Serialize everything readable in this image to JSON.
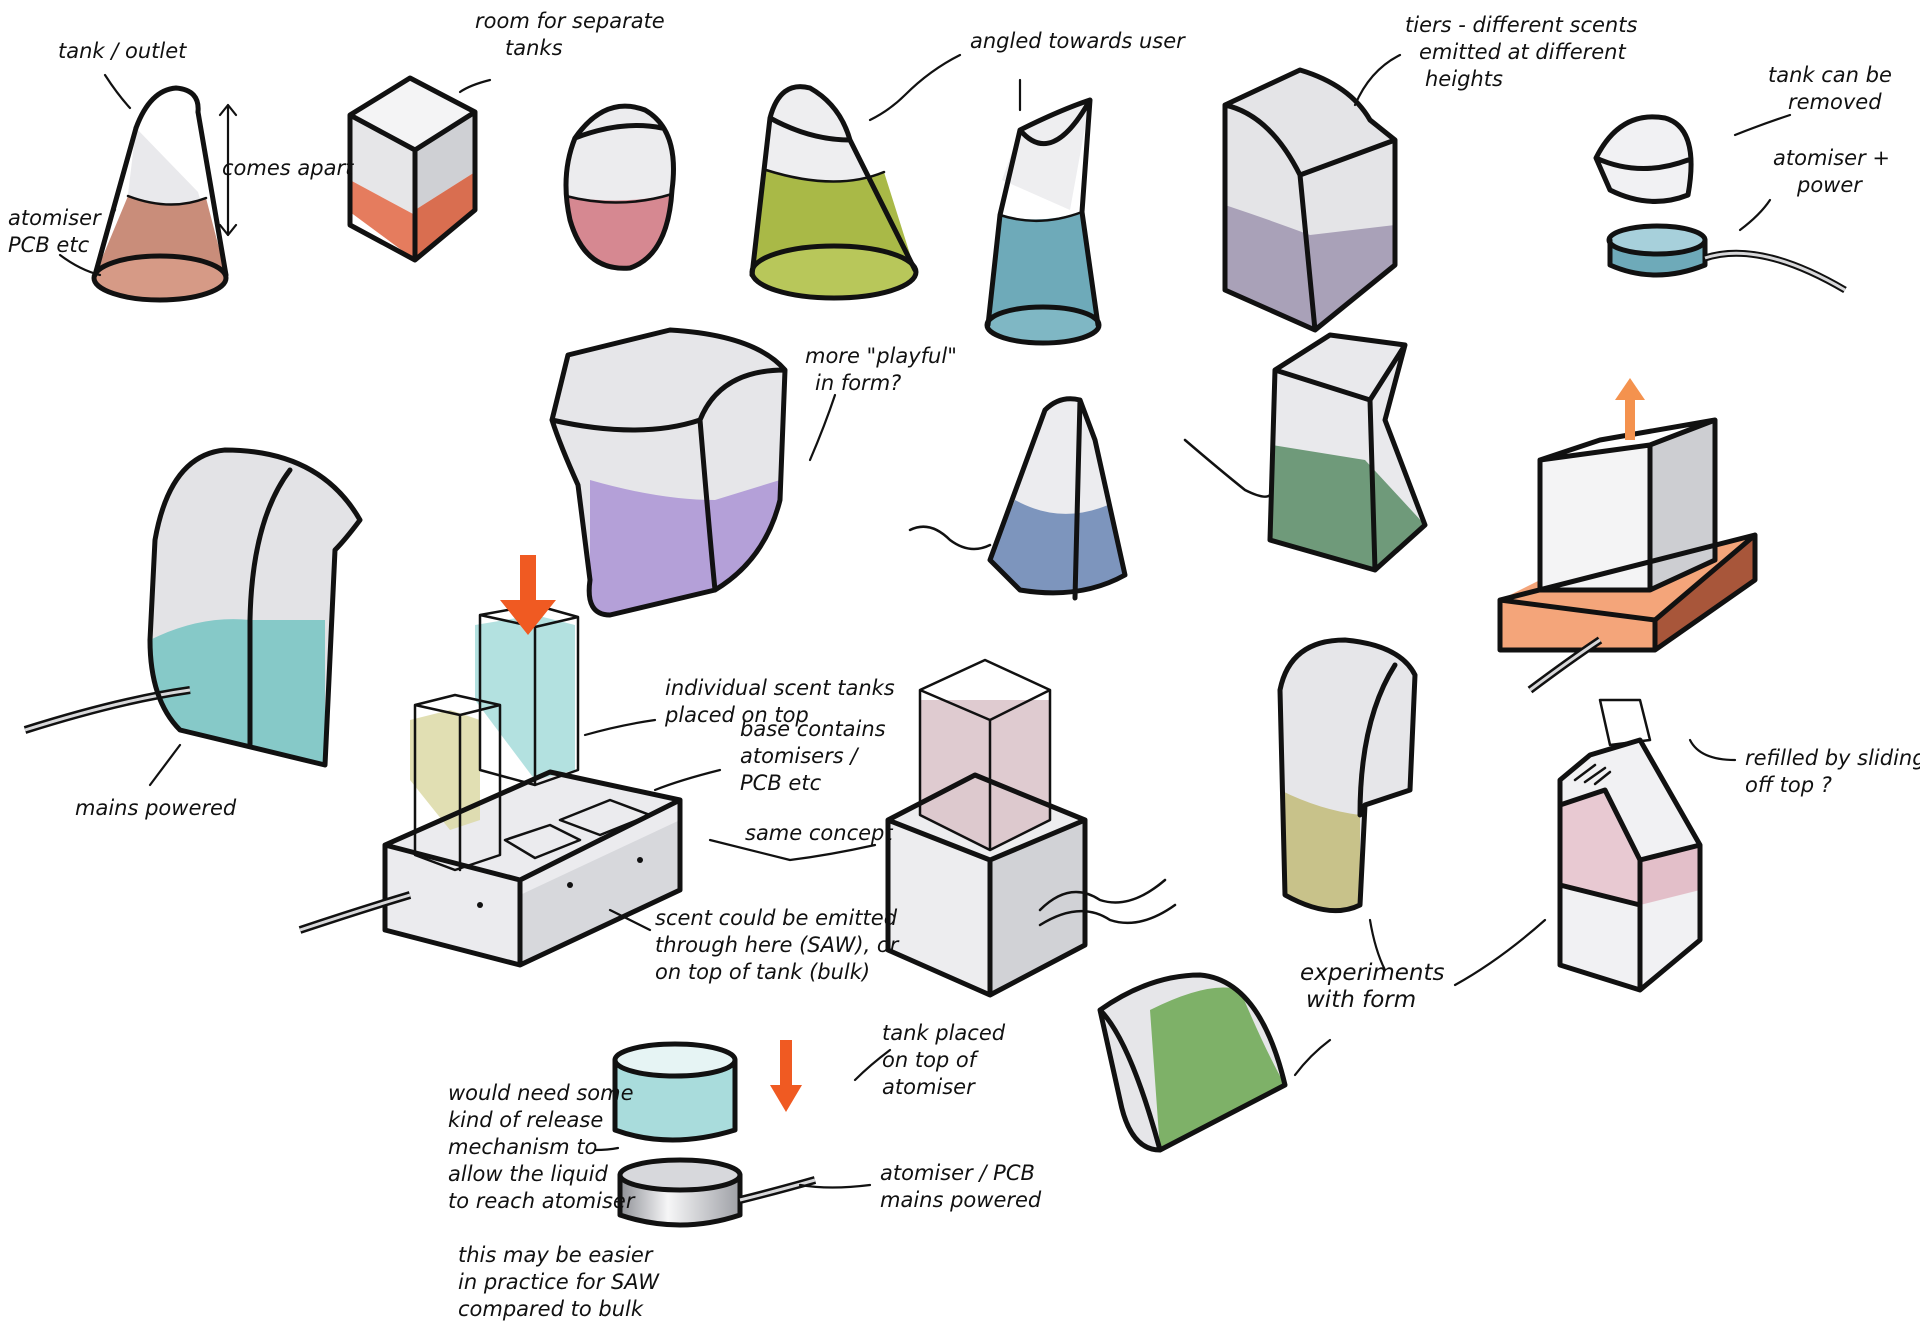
{
  "annotations": {
    "tank_outlet": "tank / outlet",
    "comes_apart": "comes apart",
    "atomiser_pcb": [
      "atomiser /",
      "PCB etc"
    ],
    "room_for_tanks": [
      "room for separate",
      "tanks"
    ],
    "angled_towards_user": "angled towards user",
    "tiers": [
      "tiers - different scents",
      "emitted at different",
      "heights"
    ],
    "tank_removed": [
      "tank can be",
      "removed"
    ],
    "atomiser_power": [
      "atomiser +",
      "power"
    ],
    "more_playful": [
      "more \"playful\"",
      "in form?"
    ],
    "mains_powered": "mains powered",
    "individual_tanks": [
      "individual scent tanks",
      "placed on top"
    ],
    "base_contains": [
      "base contains",
      "atomisers /",
      "PCB etc"
    ],
    "same_concept": "same concept",
    "scent_emitted": [
      "scent could be emitted",
      "through here (SAW), or",
      "on top of tank (bulk)"
    ],
    "refilled": [
      "refilled by sliding",
      "off top ?"
    ],
    "experiments": [
      "experiments",
      "with form"
    ],
    "tank_placed": [
      "tank placed",
      "on top of",
      "atomiser"
    ],
    "release_mechanism": [
      "would need some",
      "kind of release",
      "mechanism to",
      "allow the liquid",
      "to reach atomiser"
    ],
    "atomiser_mains": [
      "atomiser / PCB",
      "mains powered"
    ],
    "saw_easier": [
      "this may be easier",
      "in practice for SAW",
      "compared to bulk"
    ]
  },
  "colors": {
    "outline": "#111111",
    "cap_grey": "#dcdde0",
    "terracotta": "#c98d7a",
    "salmon": "#e57c5e",
    "rose": "#d68891",
    "olive": "#a9b947",
    "teal": "#6eaab9",
    "lavender": "#a9a1b8",
    "purple": "#b4a0d8",
    "blue": "#7d95bd",
    "green": "#6f9a7a",
    "aqua": "#86c9c8",
    "peach": "#f4a57a",
    "brown": "#a8563a",
    "pink": "#e8c9d2",
    "khaki": "#c8c28a",
    "leaf": "#7eb168",
    "arrow_orange": "#f05a22",
    "up_arrow": "#f4924e"
  }
}
